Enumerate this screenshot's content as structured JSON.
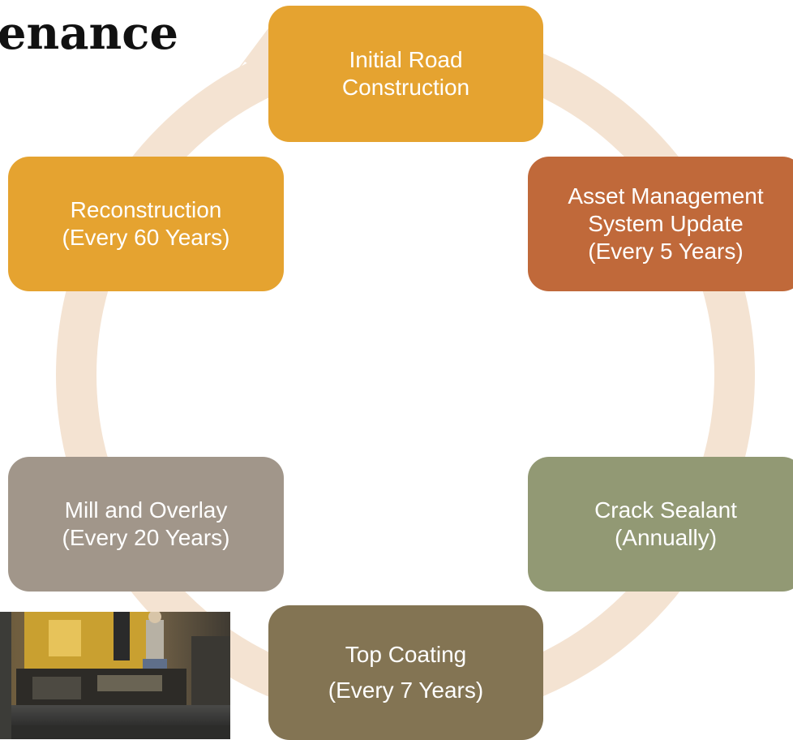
{
  "title": "enance",
  "nodes": {
    "initial": {
      "line1": "Initial Road",
      "line2": "Construction",
      "color": "#E5A330"
    },
    "asset": {
      "line1": "Asset Management",
      "line2": "System Update",
      "line3": "(Every 5 Years)",
      "color": "#C0693A"
    },
    "crack": {
      "line1": "Crack Sealant",
      "line2": "(Annually)",
      "color": "#929974"
    },
    "top": {
      "line1": "Top Coating",
      "line2": "(Every 7 Years)",
      "color": "#837453"
    },
    "mill": {
      "line1": "Mill and Overlay",
      "line2": "(Every 20 Years)",
      "color": "#A1968A"
    },
    "recon": {
      "line1": "Reconstruction",
      "line2": "(Every 60 Years)",
      "color": "#E5A330"
    }
  },
  "ring_color": "#F4E3D2",
  "photo": {
    "icon": "road-paving-photo"
  }
}
